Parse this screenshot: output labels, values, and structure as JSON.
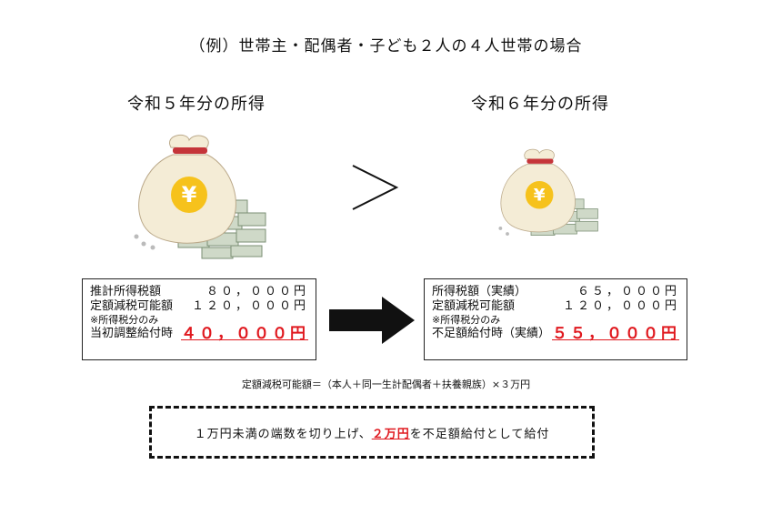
{
  "title": "（例）世帯主・配偶者・子ども２人の４人世帯の場合",
  "left": {
    "year_label": "令和５年分の所得",
    "rows": [
      {
        "label": "推計所得税額",
        "value": "８０，０００円"
      },
      {
        "label": "定額減税可能額",
        "value": "１２０，０００円"
      }
    ],
    "note": "※所得税分のみ",
    "result_label": "当初調整給付時",
    "result_value": "４０，０００円"
  },
  "comparison_symbol": "＞",
  "right": {
    "year_label": "令和６年分の所得",
    "rows": [
      {
        "label": "所得税額（実績）",
        "value": "６５，０００円"
      },
      {
        "label": "定額減税可能額",
        "value": "１２０，０００円"
      }
    ],
    "note": "※所得税分のみ",
    "result_label": "不足額給付時（実績）",
    "result_value": "５５，０００円"
  },
  "formula": "定額減税可能額＝（本人＋同一生計配偶者＋扶養親族）×３万円",
  "summary": {
    "before": "１万円未満の端数を切り上げ、",
    "highlight": "２万円",
    "after": "を不足額給付として給付"
  },
  "colors": {
    "accent_red": "#e0191f",
    "bag_body": "#f4ecd6",
    "yen_yellow": "#f6c21c",
    "cash": "#8fa58a"
  }
}
